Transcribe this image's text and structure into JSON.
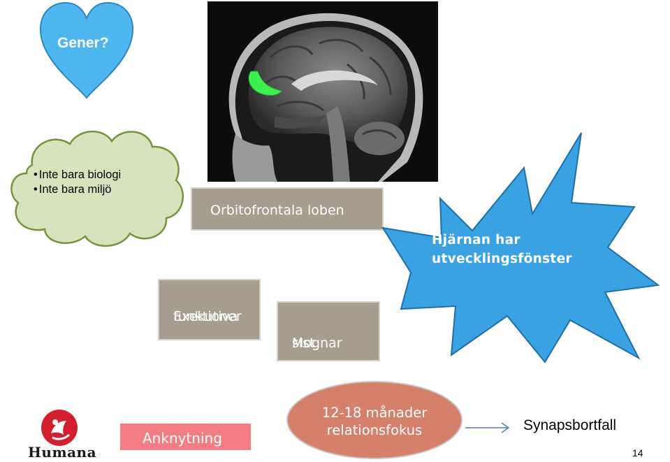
{
  "heart": {
    "label": "Gener?"
  },
  "cloud": {
    "items": [
      "Inte bara biologi",
      "Inte bara miljö"
    ]
  },
  "boxes": {
    "orbitofrontal": "Orbitofrontala loben",
    "exekutiva": [
      "Exekutiva",
      "funktioner"
    ],
    "mognar": [
      "Mognar",
      "sist"
    ],
    "anknytning": "Anknytning"
  },
  "star": {
    "lines": [
      "Hjärnan har",
      "utvecklingsfönster"
    ]
  },
  "oval": {
    "lines": [
      "12-18 månader",
      "relationsfokus"
    ]
  },
  "synaps": "Synapsbortfall",
  "logo": {
    "text": "Humana"
  },
  "page_number": "14",
  "colors": {
    "heart": "#4fb7ef",
    "cloud_fill": "#d6e3bc",
    "cloud_stroke": "#76933c",
    "grey_box": "#a59e90",
    "star": "#3aa2e2",
    "anknytning": "#f17e85",
    "oval": "#d4806a",
    "brain_highlight": "#3ef04f"
  }
}
